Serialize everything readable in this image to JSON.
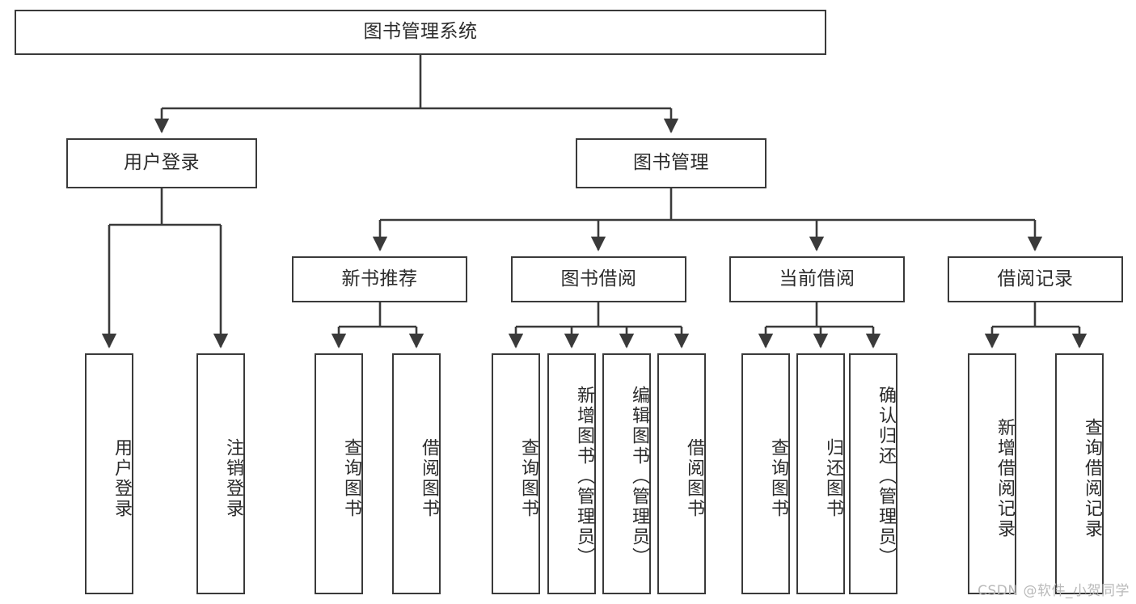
{
  "diagram": {
    "type": "hierarchy-tree",
    "title": "图书管理系统",
    "watermark": "CSDN @软件_小贺同学",
    "colors": {
      "stroke": "#3a3a3a",
      "fill": "#ffffff",
      "text": "#2b2b2b",
      "watermark": "#b9b9b9"
    },
    "nodes": {
      "root": "图书管理系统",
      "level2": [
        "用户登录",
        "图书管理"
      ],
      "level3": [
        "新书推荐",
        "图书借阅",
        "当前借阅",
        "借阅记录"
      ],
      "leaves": {
        "user_login": [
          "用户登录",
          "注销登录"
        ],
        "new_book": [
          "查询图书",
          "借阅图书"
        ],
        "book_borrow": [
          "查询图书",
          "新增图书（管理员）",
          "编辑图书（管理员）",
          "借阅图书"
        ],
        "current_borrow": [
          "查询图书",
          "归还图书",
          "确认归还（管理员）"
        ],
        "borrow_record": [
          "新增借阅记录",
          "查询借阅记录"
        ]
      }
    }
  }
}
